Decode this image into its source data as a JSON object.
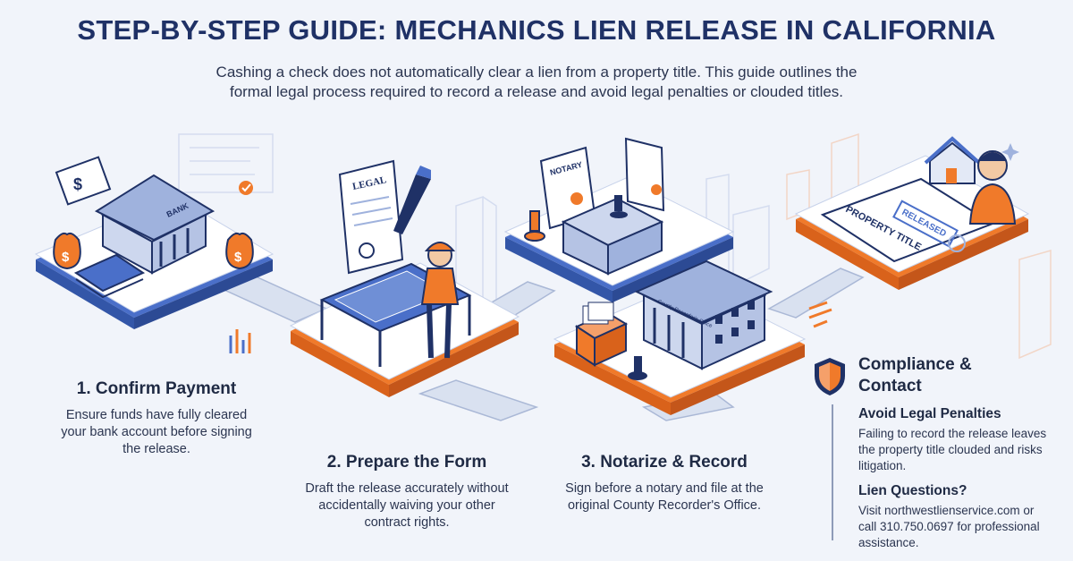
{
  "title": "STEP-BY-STEP GUIDE: MECHANICS LIEN RELEASE IN CALIFORNIA",
  "subtitle": "Cashing a check does not automatically clear a lien from a property title. This guide outlines the formal legal process required to record a release and avoid legal penalties or clouded titles.",
  "steps": [
    {
      "title": "1. Confirm Payment",
      "text": "Ensure funds have fully cleared your bank account before signing the release."
    },
    {
      "title": "2. Prepare the Form",
      "text": "Draft the release accurately without accidentally waiving your other contract rights."
    },
    {
      "title": "3. Notarize & Record",
      "text": "Sign before a notary and file at the original County Recorder's Office."
    }
  ],
  "illustration": {
    "bank_sign": "BANK",
    "dollar": "$",
    "legal_doc": "LEGAL",
    "notary_doc": "NOTARY",
    "property_title": "PROPERTY TITLE",
    "released_stamp": "RELEASED",
    "recorder_sign": "County Recorder's Office"
  },
  "panel": {
    "title": "Compliance & Contact",
    "items": [
      {
        "heading": "Avoid Legal Penalties",
        "text": "Failing to record the release leaves the property title clouded and risks litigation."
      },
      {
        "heading": "Lien Questions?",
        "text": "Visit northwestlienservice.com or call 310.750.0697 for professional assistance."
      }
    ]
  },
  "colors": {
    "accent": "#f07a2a",
    "navy": "#1f3166",
    "blue": "#4a6fc9",
    "background": "#f1f4fa"
  },
  "icons": [
    "bank-icon",
    "money-bag-icon",
    "cash-stack-icon",
    "check-icon",
    "legal-document-icon",
    "pen-icon",
    "contractor-icon",
    "blueprint-icon",
    "notary-document-icon",
    "stamp-icon",
    "file-box-icon",
    "recorder-office-icon",
    "property-title-icon",
    "house-icon",
    "person-icon",
    "shield-icon"
  ]
}
